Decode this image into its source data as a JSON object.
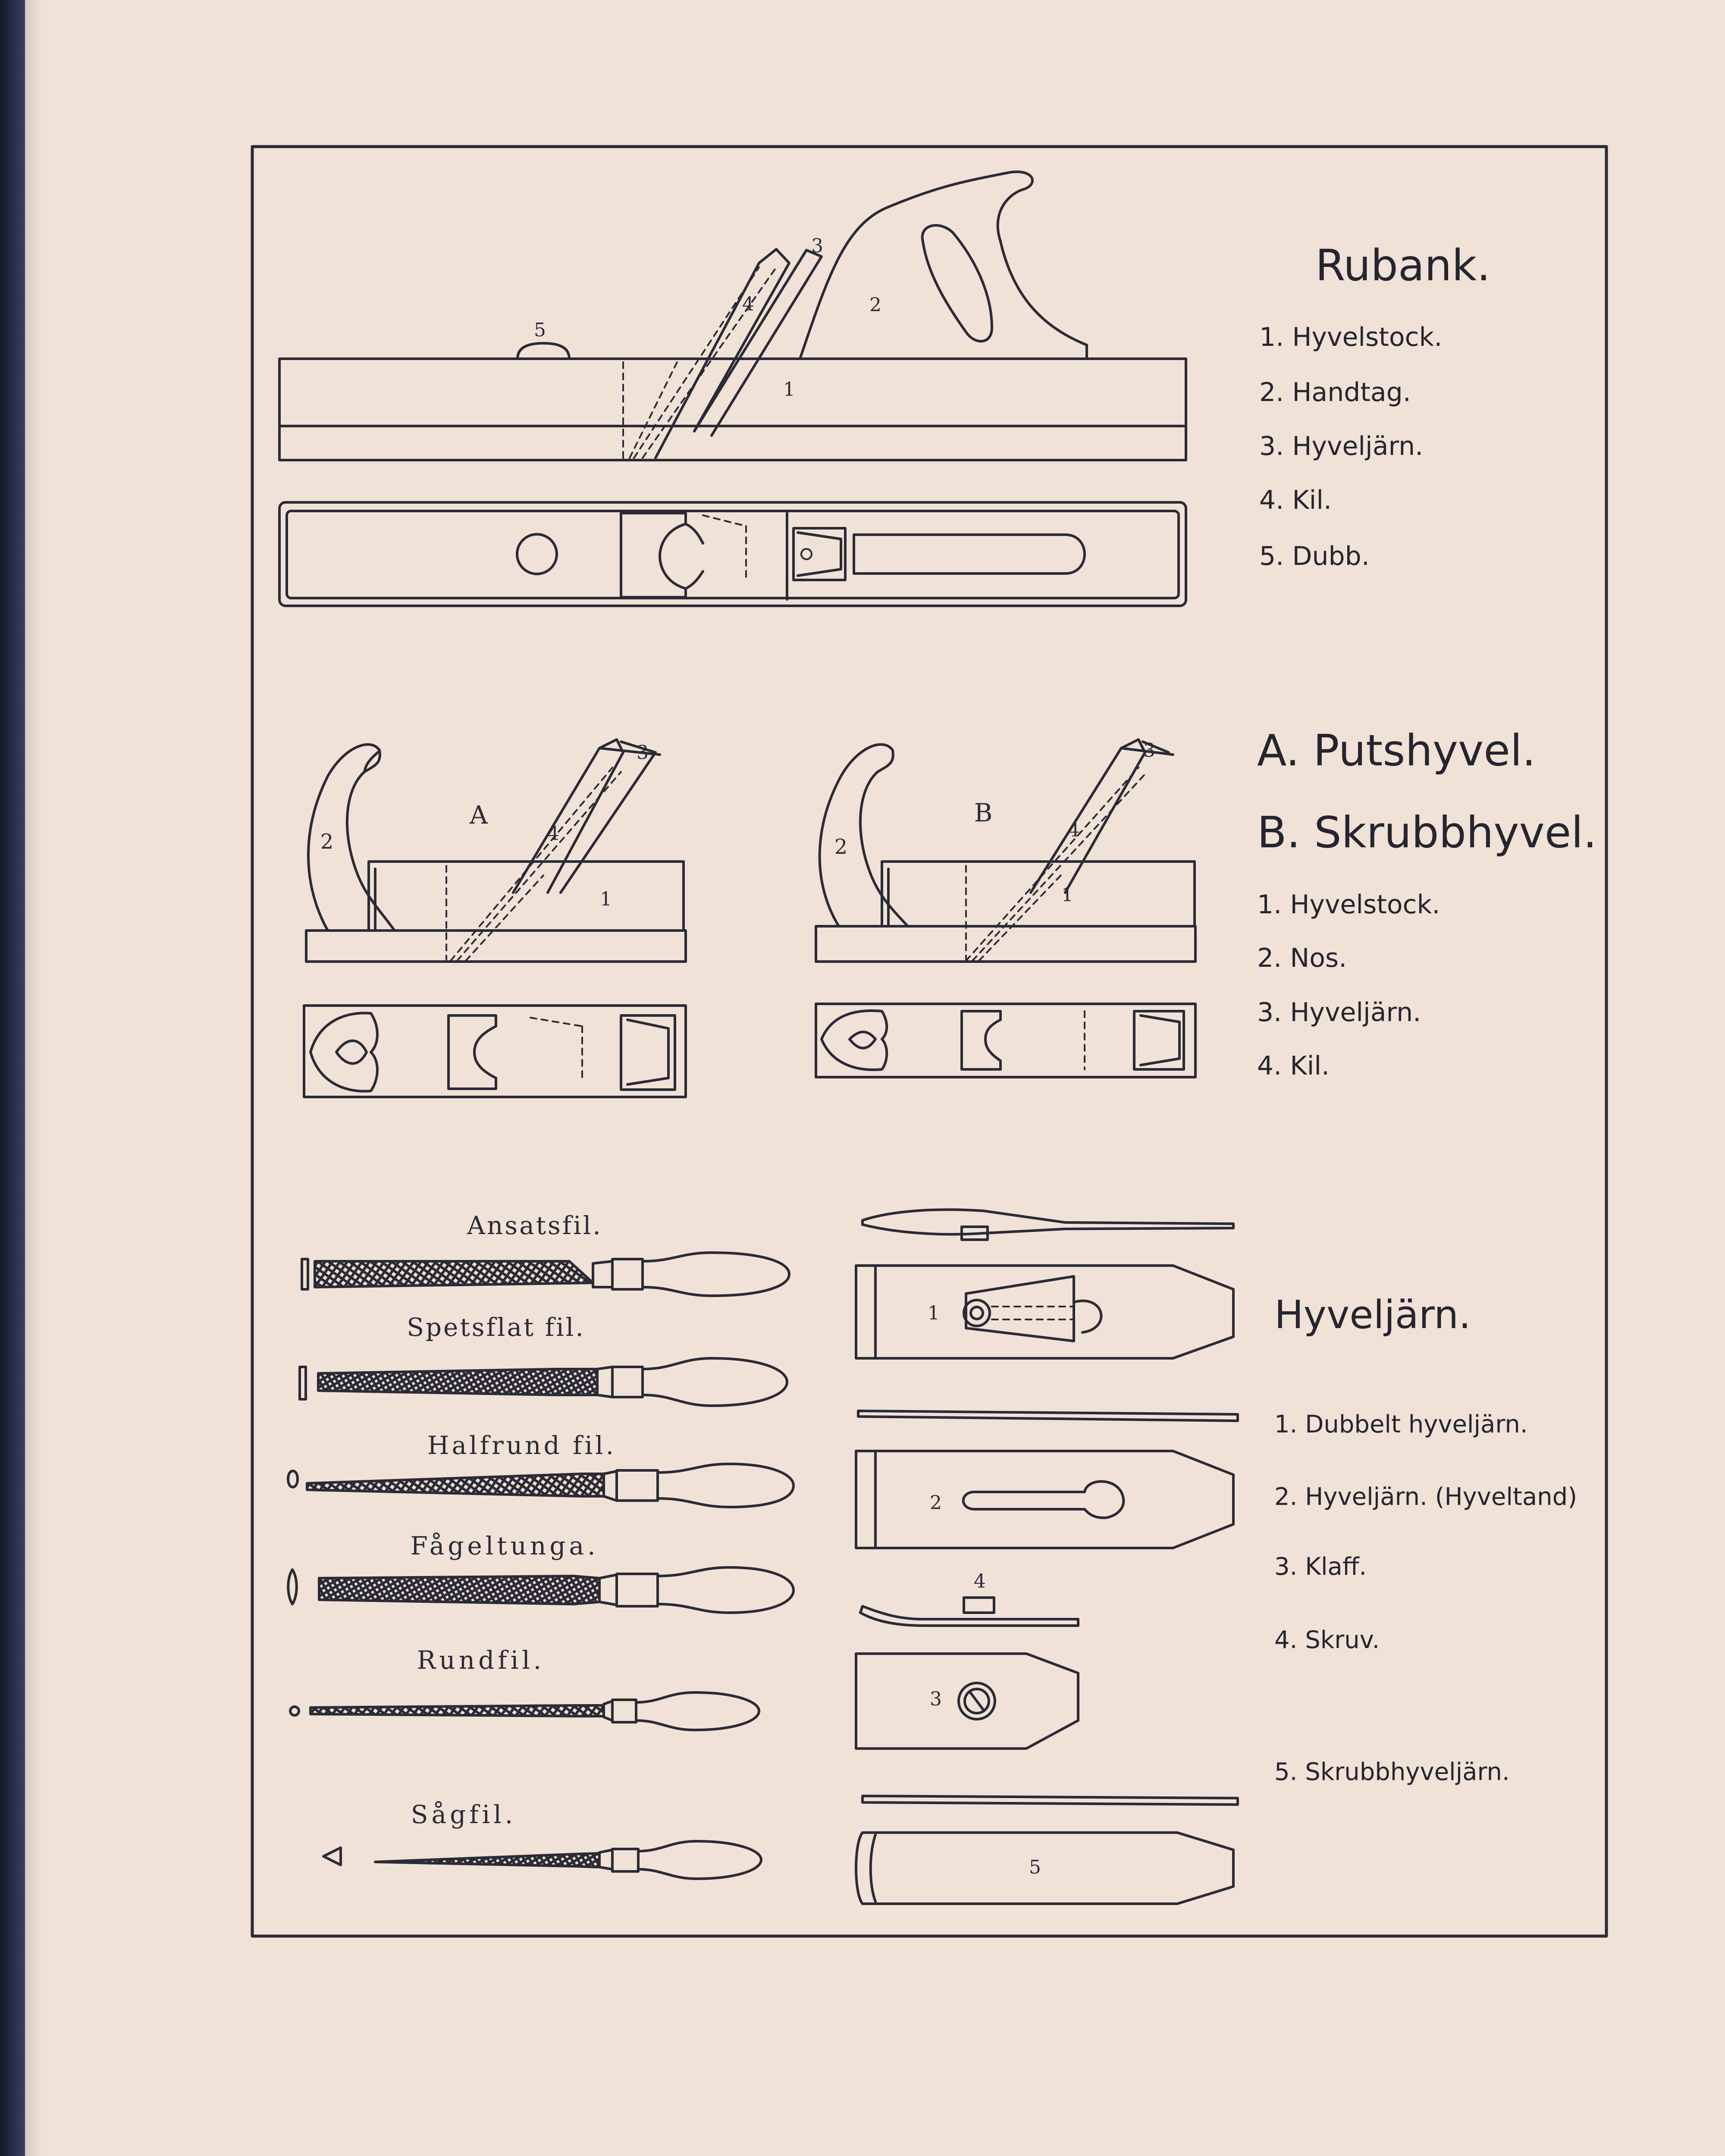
{
  "rubank": {
    "title": "Rubank.",
    "items": [
      "1. Hyvelstock.",
      "2. Handtag.",
      "3. Hyveljärn.",
      "4. Kil.",
      "5. Dubb."
    ],
    "callouts": [
      "1",
      "2",
      "3",
      "4",
      "5"
    ]
  },
  "planes": {
    "title_a": "A. Putshyvel.",
    "title_b": "B. Skrubbhyvel.",
    "items": [
      "1. Hyvelstock.",
      "2. Nos.",
      "3. Hyveljärn.",
      "4. Kil."
    ],
    "label_a": "A",
    "label_b": "B",
    "callouts": [
      "1",
      "2",
      "3",
      "4"
    ]
  },
  "files": {
    "labels": [
      "Ansatsfil.",
      "Spetsflat fil.",
      "Halfrund fil.",
      "Fågeltunga.",
      "Rundfil.",
      "Sågfil."
    ]
  },
  "irons": {
    "title": "Hyveljärn.",
    "items": [
      "1. Dubbelt hyveljärn.",
      "2. Hyveljärn. (Hyveltand)",
      "3. Klaff.",
      "4. Skruv.",
      "5. Skrubbhyveljärn."
    ],
    "callouts": [
      "1",
      "2",
      "3",
      "4",
      "5"
    ]
  },
  "colors": {
    "ink": "#2b2b36",
    "paper": "#f0e2d7",
    "spine": "#1f2231"
  }
}
